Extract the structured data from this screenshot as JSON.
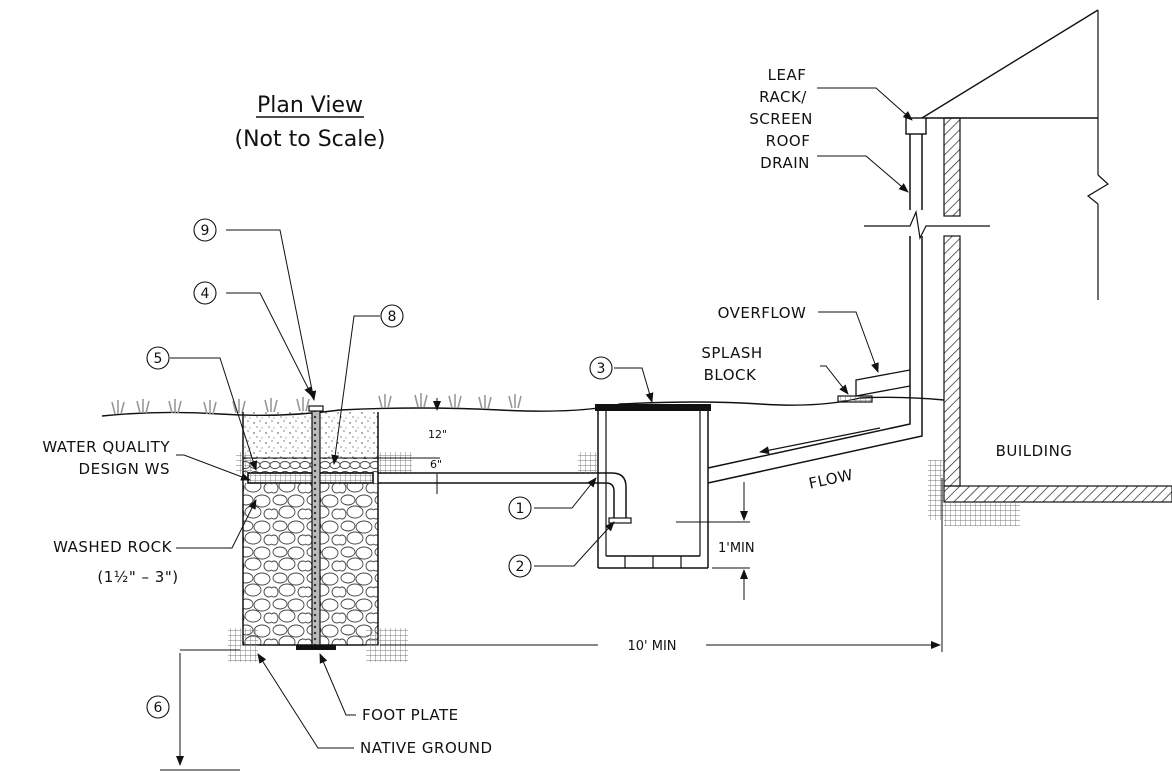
{
  "title": "Plan View",
  "subtitle": "(Not to Scale)",
  "labels": {
    "leaf_rack_1": "LEAF",
    "leaf_rack_2": "RACK/",
    "leaf_rack_3": "SCREEN",
    "roof_drain_1": "ROOF",
    "roof_drain_2": "DRAIN",
    "overflow": "OVERFLOW",
    "splash_1": "SPLASH",
    "splash_2": "BLOCK",
    "building": "BUILDING",
    "flow": "FLOW",
    "wq_1": "WATER QUALITY",
    "wq_2": "DESIGN WS",
    "rock_1": "WASHED ROCK",
    "rock_2": "(1½\" – 3\")",
    "foot_plate": "FOOT PLATE",
    "native_ground": "NATIVE GROUND"
  },
  "dimensions": {
    "d12": "12\"",
    "d6": "6\"",
    "one_min": "1'MIN",
    "ten_min": "10' MIN"
  },
  "callouts": {
    "c1": "1",
    "c2": "2",
    "c3": "3",
    "c4": "4",
    "c5": "5",
    "c6": "6",
    "c8": "8",
    "c9": "9"
  }
}
